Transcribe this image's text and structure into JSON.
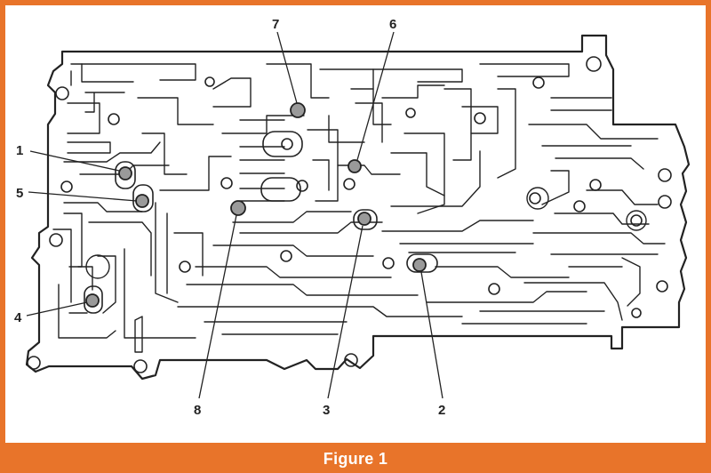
{
  "figure": {
    "caption": "Figure 1"
  },
  "colors": {
    "frame": "#e8742a",
    "panel": "#ffffff",
    "ink": "#222222",
    "check_ball": "#9a9a9a"
  },
  "callouts": [
    {
      "id": "1",
      "label": "1"
    },
    {
      "id": "2",
      "label": "2"
    },
    {
      "id": "3",
      "label": "3"
    },
    {
      "id": "4",
      "label": "4"
    },
    {
      "id": "5",
      "label": "5"
    },
    {
      "id": "6",
      "label": "6"
    },
    {
      "id": "7",
      "label": "7"
    },
    {
      "id": "8",
      "label": "8"
    }
  ]
}
